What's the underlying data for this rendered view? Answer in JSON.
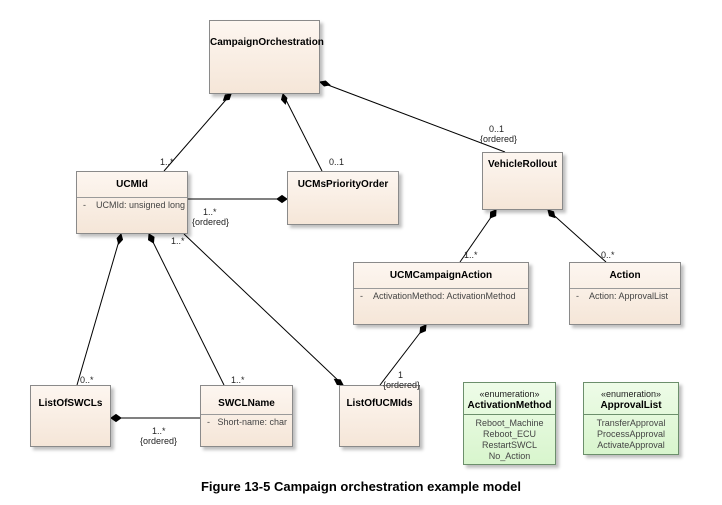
{
  "classes": {
    "campaign_orchestration": {
      "name": "CampaignOrchestration"
    },
    "ucm_id": {
      "name": "UCMId",
      "attrs": [
        "UCMId: unsigned long"
      ]
    },
    "ucms_priority_order": {
      "name": "UCMsPriorityOrder"
    },
    "vehicle_rollout": {
      "name": "VehicleRollout"
    },
    "ucm_campaign_action": {
      "name": "UCMCampaignAction",
      "attrs": [
        "ActivationMethod: ActivationMethod"
      ]
    },
    "action": {
      "name": "Action",
      "attrs": [
        "Action: ApprovalList"
      ]
    },
    "list_of_swcls": {
      "name": "ListOfSWCLs"
    },
    "swcl_name": {
      "name": "SWCLName",
      "attrs": [
        "Short-name: char"
      ]
    },
    "list_of_ucm_ids": {
      "name": "ListOfUCMIds"
    }
  },
  "enumerations": {
    "activation_method": {
      "stereotype": "«enumeration»",
      "name": "ActivationMethod",
      "literals": [
        "Reboot_Machine",
        "Reboot_ECU",
        "RestartSWCL",
        "No_Action"
      ]
    },
    "approval_list": {
      "stereotype": "«enumeration»",
      "name": "ApprovalList",
      "literals": [
        "TransferApproval",
        "ProcessApproval",
        "ActivateApproval"
      ]
    }
  },
  "multiplicities": {
    "co_ucmid": "1..*",
    "co_priority": "0..1",
    "co_rollout": "0..1",
    "co_rollout_ordered": "{ordered}",
    "ucmid_priority": "1..*",
    "ucmid_priority_ordered": "{ordered}",
    "ucmid_listofucmids": "1..*",
    "rollout_campaign_action": "1..*",
    "rollout_action": "0..*",
    "ucmid_listofswcls": "0..*",
    "ucmid_swclname": "1..*",
    "listofswcls_swclname": "1..*",
    "listofswcls_swclname_ordered": "{ordered}",
    "campaign_action_list": "1",
    "campaign_action_list_ordered": "{ordered}"
  },
  "caption": "Figure 13-5 Campaign orchestration example model",
  "colors": {
    "class_fill_top": "#fdf6f0",
    "class_fill_bottom": "#f5e6d8",
    "enum_fill": "#d8f5cd",
    "line": "#000000"
  }
}
